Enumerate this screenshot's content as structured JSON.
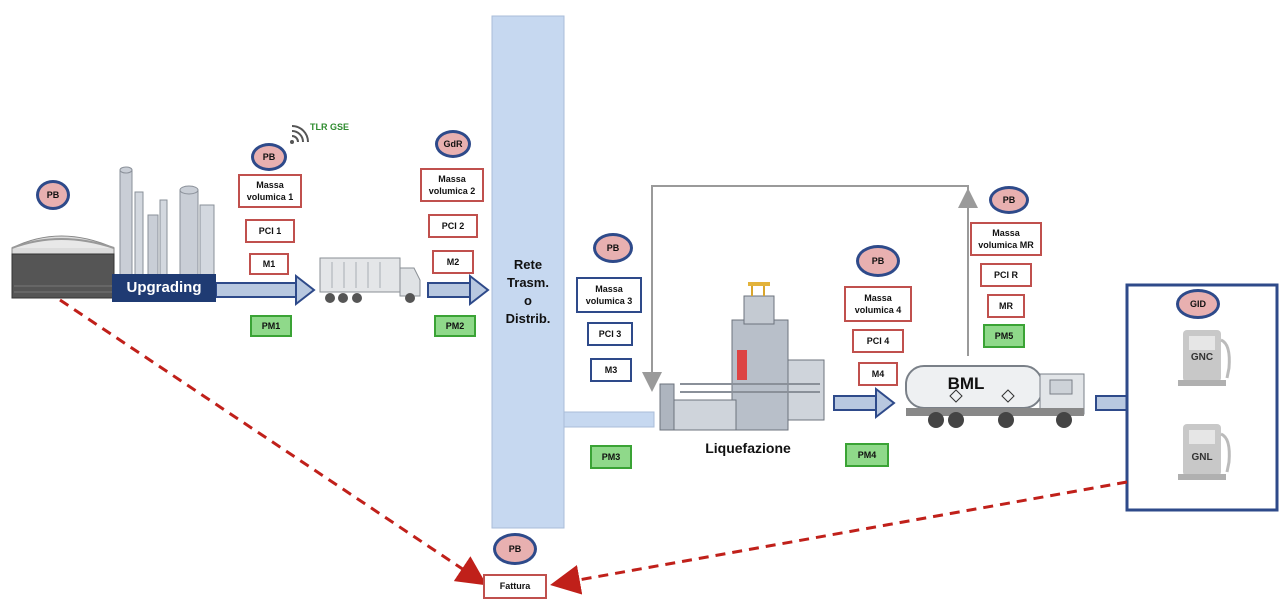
{
  "colors": {
    "arrow_fill": "#b8c8e0",
    "arrow_stroke": "#2e4a8a",
    "dashed_red": "#c0201a",
    "grid_column": "#c6d8f0",
    "oval_fill": "#e8b0b0",
    "oval_border": "#2e4a8a",
    "red_box": "#c0504d",
    "blue_box": "#2e4a8a",
    "green_box": "#8fd98a",
    "tlr_text": "#2e8b2e"
  },
  "upgrading": {
    "label": "Upgrading"
  },
  "tlr": {
    "label": "TLR GSE"
  },
  "rete": {
    "line1": "Rete",
    "line2": "Trasm.",
    "line3": "o",
    "line4": "Distrib."
  },
  "liquefazione": {
    "label": "Liquefazione"
  },
  "bml": {
    "label": "BML"
  },
  "ovals": {
    "pb_plant": "PB",
    "pb_upgrading": "PB",
    "gdr": "GdR",
    "pb_rete": "PB",
    "pb_liquefazione": "PB",
    "pb_mr": "PB",
    "gid": "GID",
    "pb_fattura": "PB"
  },
  "station1": {
    "massa": "Massa volumica 1",
    "pci": "PCI 1",
    "m": "M1",
    "pm": "PM1"
  },
  "station2": {
    "massa": "Massa volumica 2",
    "pci": "PCI 2",
    "m": "M2",
    "pm": "PM2"
  },
  "station3": {
    "massa": "Massa volumica 3",
    "pci": "PCI 3",
    "m": "M3",
    "pm": "PM3"
  },
  "station4": {
    "massa": "Massa volumica 4",
    "pci": "PCI 4",
    "m": "M4",
    "pm": "PM4"
  },
  "station5": {
    "massa": "Massa volumica MR",
    "pci": "PCI R",
    "m": "MR",
    "pm": "PM5"
  },
  "pumps": {
    "gnc": "GNC",
    "gnl": "GNL"
  },
  "fattura": {
    "label": "Fattura"
  },
  "icons": [
    "biodigester-icon",
    "upgrading-plant-icon",
    "truck-icon",
    "wifi-signal-icon",
    "liquefaction-plant-icon",
    "tanker-truck-icon",
    "fuel-pump-icon"
  ]
}
